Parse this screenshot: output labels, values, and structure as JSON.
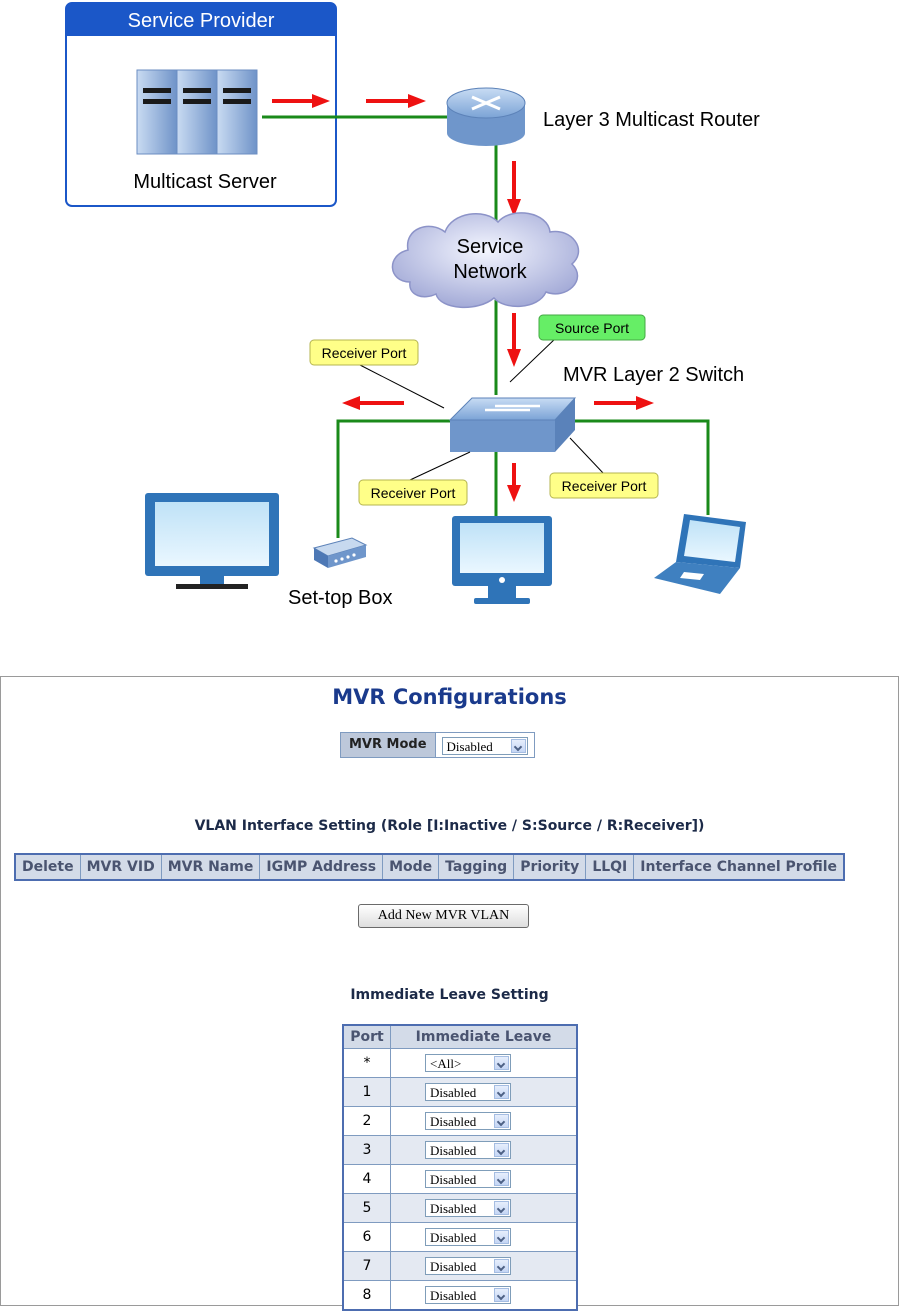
{
  "diagram": {
    "provider_label": "Service Provider",
    "server_label": "Multicast Server",
    "router_label": "Layer 3 Multicast Router",
    "network_label_line1": "Service",
    "network_label_line2": "Network",
    "switch_label": "MVR Layer 2 Switch",
    "source_port_label": "Source Port",
    "receiver_port_labels": [
      "Receiver Port",
      "Receiver Port",
      "Receiver Port"
    ],
    "settop_label": "Set-top Box",
    "colors": {
      "provider_header": "#1b57c8",
      "link": "#1a8a1a",
      "arrow": "#ee1111",
      "callout_receiver": "#ffff88",
      "callout_source": "#66ee66"
    }
  },
  "page": {
    "title": "MVR Configurations",
    "mvr_mode_label": "MVR Mode",
    "mvr_mode_value": "Disabled",
    "vlan_heading": "VLAN Interface Setting (Role [I:Inactive / S:Source / R:Receiver])",
    "vlan_columns": [
      "Delete",
      "MVR VID",
      "MVR Name",
      "IGMP Address",
      "Mode",
      "Tagging",
      "Priority",
      "LLQI",
      "Interface Channel Profile"
    ],
    "add_button": "Add New MVR VLAN",
    "immediate_heading": "Immediate Leave Setting",
    "il_columns": [
      "Port",
      "Immediate Leave"
    ],
    "il_rows": [
      {
        "port": "*",
        "value": "<All>"
      },
      {
        "port": "1",
        "value": "Disabled"
      },
      {
        "port": "2",
        "value": "Disabled"
      },
      {
        "port": "3",
        "value": "Disabled"
      },
      {
        "port": "4",
        "value": "Disabled"
      },
      {
        "port": "5",
        "value": "Disabled"
      },
      {
        "port": "6",
        "value": "Disabled"
      },
      {
        "port": "7",
        "value": "Disabled"
      },
      {
        "port": "8",
        "value": "Disabled"
      }
    ]
  }
}
